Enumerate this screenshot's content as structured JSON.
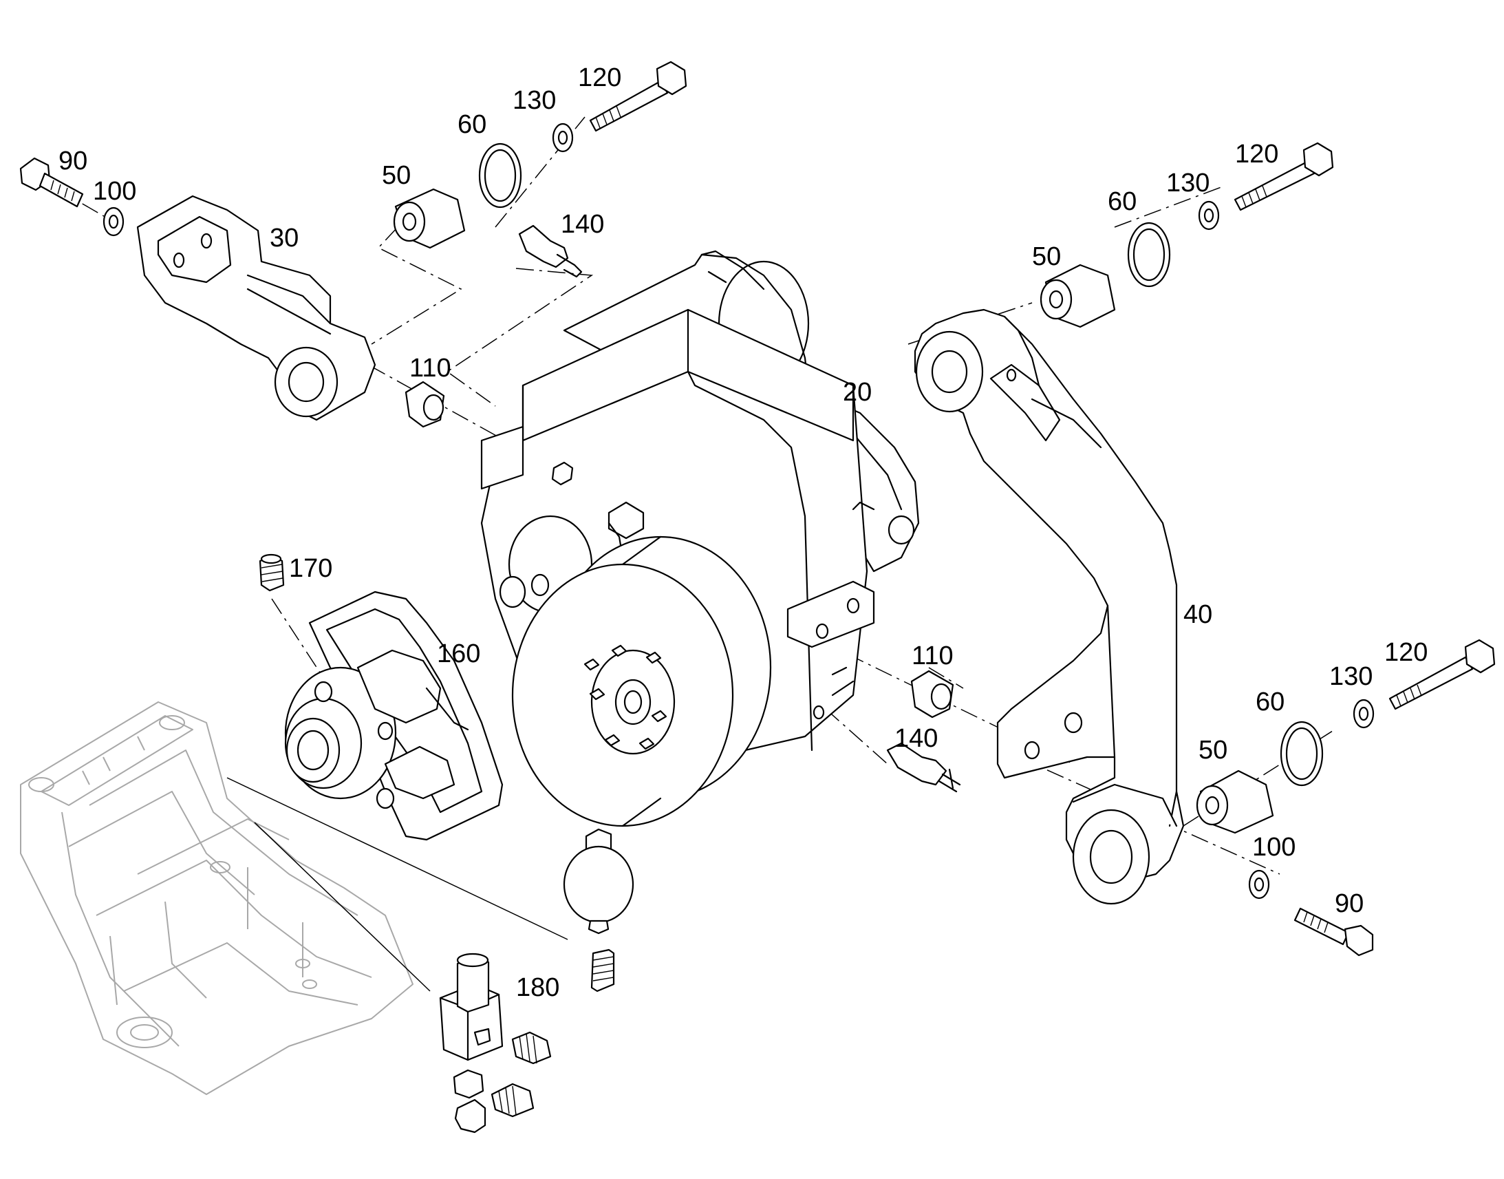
{
  "callouts": {
    "c90_left": "90",
    "c100_left": "100",
    "c30": "30",
    "c50_top": "50",
    "c60_top": "60",
    "c130_top": "130",
    "c120_top": "120",
    "c140_top": "140",
    "c110_top": "110",
    "c20": "20",
    "c50_right": "50",
    "c60_right": "60",
    "c130_right": "130",
    "c120_right": "120",
    "c40": "40",
    "c170": "170",
    "c160": "160",
    "c110_mid": "110",
    "c140_mid": "140",
    "c120_low": "120",
    "c130_low": "130",
    "c60_low": "60",
    "c50_low": "50",
    "c100_right": "100",
    "c90_right": "90",
    "c180": "180"
  },
  "colors": {
    "line": "#000000",
    "ghost": "#a8a8a8",
    "background": "#ffffff"
  }
}
